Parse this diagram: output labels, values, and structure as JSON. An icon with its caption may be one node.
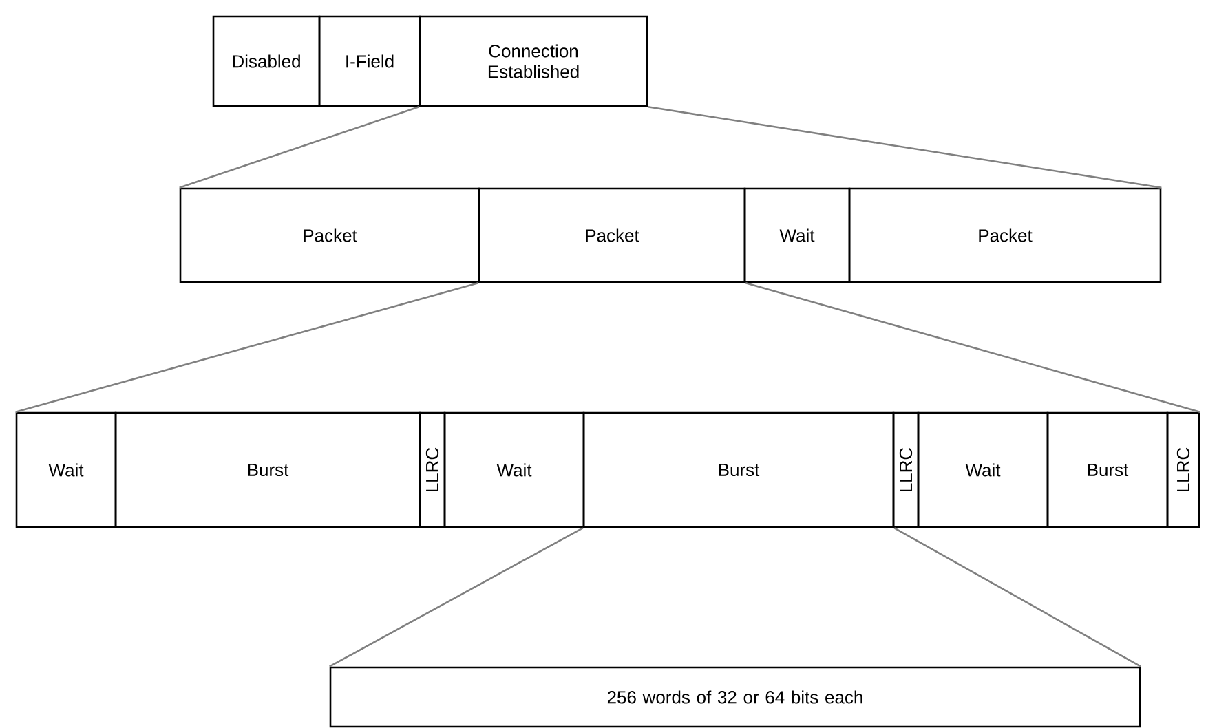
{
  "diagram": {
    "nodes": [
      {
        "text": [
          "Disabled"
        ]
      },
      {
        "text": [
          "I-Field"
        ]
      },
      {
        "text": [
          "Connection Established"
        ]
      },
      {
        "text": [
          "Packet"
        ]
      },
      {
        "text": [
          "Packet"
        ]
      },
      {
        "text": [
          "Wait"
        ]
      },
      {
        "text": [
          "Packet"
        ]
      },
      {
        "text": [
          "Wait"
        ]
      },
      {
        "text": [
          "Burst"
        ]
      },
      {
        "text": [
          "LLRC"
        ]
      },
      {
        "text": [
          "Wait"
        ]
      },
      {
        "text": [
          "Burst"
        ]
      },
      {
        "text": [
          "LLRC"
        ]
      },
      {
        "text": [
          "Wait"
        ]
      },
      {
        "text": [
          "Burst"
        ]
      },
      {
        "text": [
          "LLRC"
        ]
      },
      {
        "text": [
          "256 words of 32 or 64 bits each"
        ]
      }
    ],
    "edges": [
      {
        "from": 2,
        "to": 3,
        "arrow": "none"
      },
      {
        "from": 2,
        "to": 6,
        "arrow": "none"
      },
      {
        "from": 4,
        "to": 7,
        "arrow": "none"
      },
      {
        "from": 4,
        "to": 15,
        "arrow": "none"
      },
      {
        "from": 11,
        "to": 16,
        "arrow": "none"
      },
      {
        "from": 11,
        "to": 16,
        "arrow": "none"
      }
    ]
  }
}
